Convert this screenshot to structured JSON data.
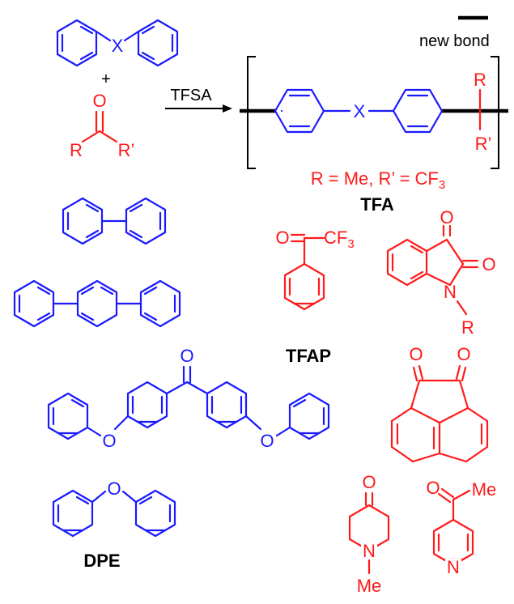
{
  "colors": {
    "aromatic": "#1a1aff",
    "carbonyl": "#ff1a1a",
    "ink": "#000000"
  },
  "legend": {
    "new_bond": "new bond"
  },
  "reaction": {
    "plus": "+",
    "reagent": "TFSA",
    "aromatic_linker": "X",
    "ketone_O": "O",
    "ketone_R": "R",
    "ketone_Rp": "R’",
    "polymer_linker": "X",
    "polymer_R": "R",
    "polymer_Rp": "R’",
    "condition_main": "R = Me, R’ = CF",
    "condition_sub": "3",
    "product_label": "TFA"
  },
  "monomers": {
    "benzophenone_O": "O",
    "ether_O1": "O",
    "ether_O2": "O",
    "dpe_O": "O",
    "dpe_label": "DPE"
  },
  "ketones": {
    "tfap_O": "O",
    "tfap_CF": "CF",
    "tfap_sub": "3",
    "tfap_label": "TFAP",
    "isatin_O1": "O",
    "isatin_O2": "O",
    "isatin_N": "N",
    "isatin_R": "R",
    "acenaph_O1": "O",
    "acenaph_O2": "O",
    "piperidone_O": "O",
    "piperidone_N": "N",
    "piperidone_Me": "Me",
    "acetylpyridine_O": "O",
    "acetylpyridine_Me": "Me",
    "acetylpyridine_N": "N"
  }
}
